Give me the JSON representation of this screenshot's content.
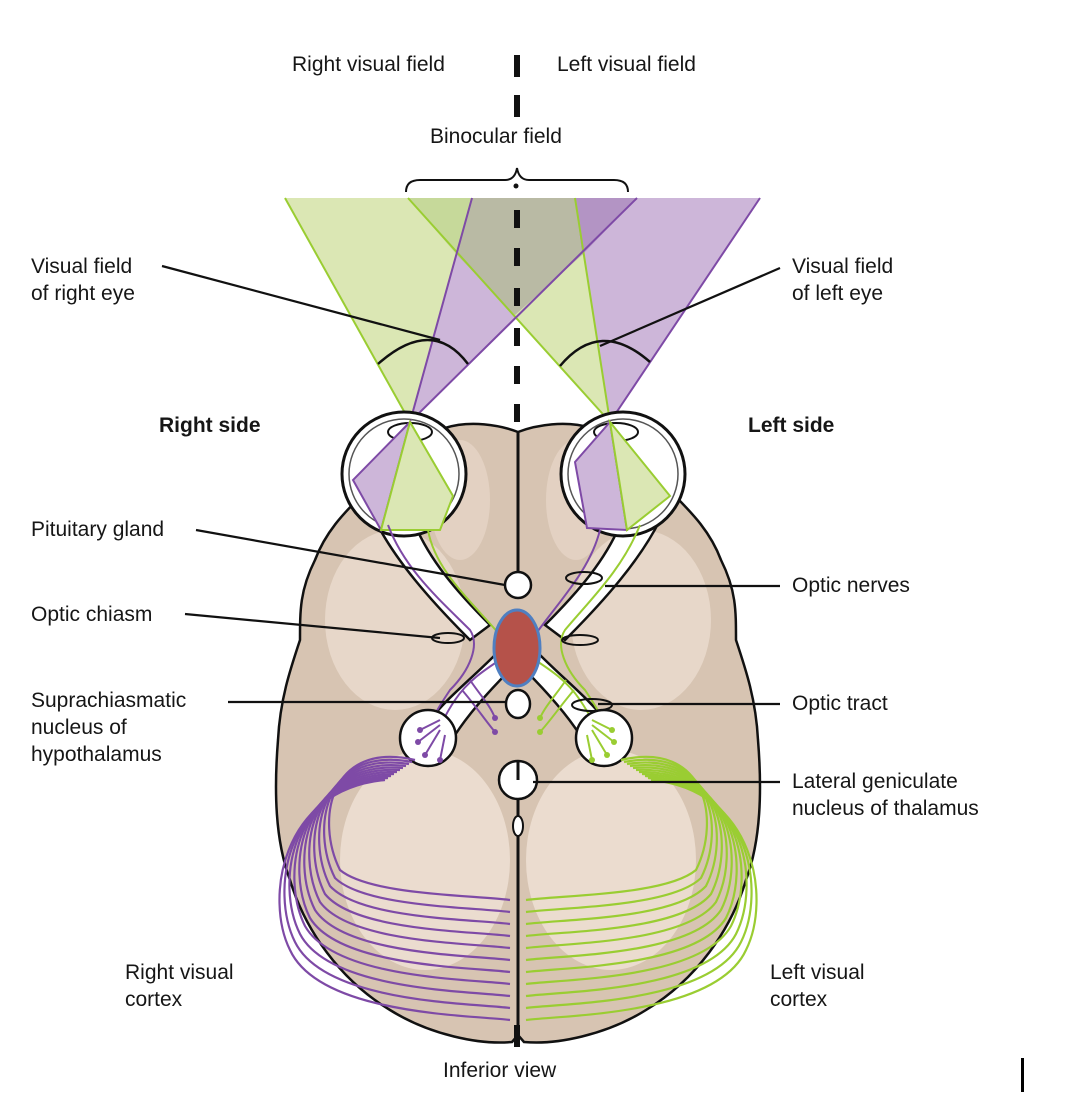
{
  "title": "Visual pathway diagram - inferior view",
  "colors": {
    "green_field": "#dbe7b4",
    "green_line": "#9acd32",
    "purple_field": "#cdb6d9",
    "purple_line": "#7e4aa6",
    "overlap_field": "#b9baa4",
    "brain_tan": "#d7c4b2",
    "brain_light": "#eee0d3",
    "chiasm_fill": "#b5524a",
    "chiasm_stroke": "#4f7fc1"
  },
  "labels": {
    "right_visual_field": "Right visual field",
    "left_visual_field": "Left visual field",
    "binocular_field": "Binocular field",
    "visual_field_right_eye_1": "Visual field",
    "visual_field_right_eye_2": "of right eye",
    "visual_field_left_eye_1": "Visual field",
    "visual_field_left_eye_2": "of left eye",
    "right_side": "Right side",
    "left_side": "Left side",
    "pituitary_gland": "Pituitary gland",
    "optic_chiasm": "Optic chiasm",
    "suprachiasmatic_1": "Suprachiasmatic",
    "suprachiasmatic_2": "nucleus of",
    "suprachiasmatic_3": "hypothalamus",
    "optic_nerves": "Optic nerves",
    "optic_tract": "Optic tract",
    "lgn_1": "Lateral geniculate",
    "lgn_2": "nucleus of thalamus",
    "right_visual_cortex_1": "Right visual",
    "right_visual_cortex_2": "cortex",
    "left_visual_cortex_1": "Left visual",
    "left_visual_cortex_2": "cortex",
    "inferior_view": "Inferior view"
  }
}
